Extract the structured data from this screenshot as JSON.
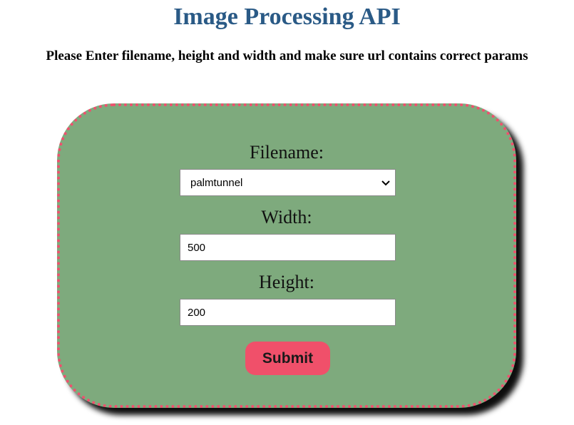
{
  "header": {
    "title": "Image Processing API",
    "subtitle": "Please Enter filename, height and width and make sure url contains correct params"
  },
  "form": {
    "filename_label": "Filename:",
    "filename_value": "palmtunnel",
    "width_label": "Width:",
    "width_value": "500",
    "height_label": "Height:",
    "height_value": "200",
    "submit_label": "Submit"
  },
  "icons": {
    "dropdown": "chevron-down-icon"
  },
  "colors": {
    "title": "#2a5a86",
    "card_background": "#7eaa7d",
    "card_border": "#f0506e",
    "submit_background": "#f0506a"
  }
}
